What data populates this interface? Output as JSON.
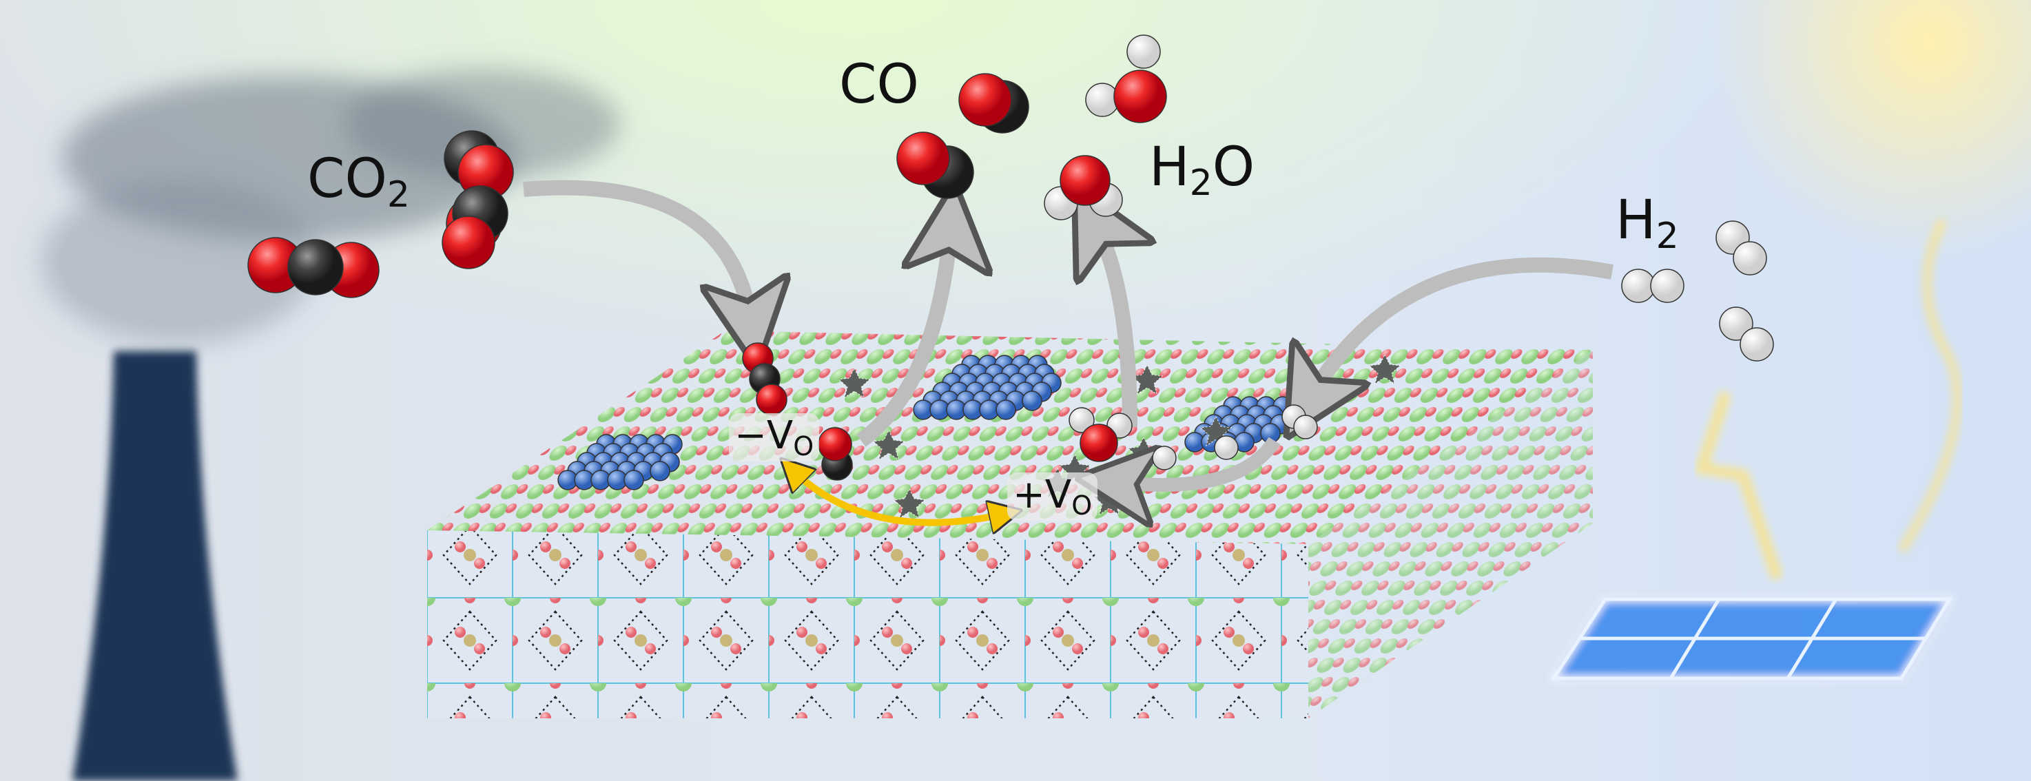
{
  "labels": {
    "co2": {
      "main": "CO",
      "sub": "2"
    },
    "co": {
      "main": "CO"
    },
    "h2o": {
      "main": "H",
      "sub": "2",
      "tail": "O"
    },
    "h2": {
      "main": "H",
      "sub": "2"
    },
    "minus_vo": {
      "main": "−V",
      "sub": "O"
    },
    "plus_vo": {
      "main": "+V",
      "sub": "O"
    }
  },
  "colors": {
    "oxygen": "#e8212b",
    "carbon": "#3a3a3a",
    "hydrogen": "#f2f2f2",
    "lattice_green": "#9bd88e",
    "lattice_red": "#ec7a82",
    "metal_cluster": "#4a7fd0",
    "exchange_arrow": "#f6c400",
    "smokestack": "#1f3557",
    "solar_panel": "#3d8cf0"
  }
}
